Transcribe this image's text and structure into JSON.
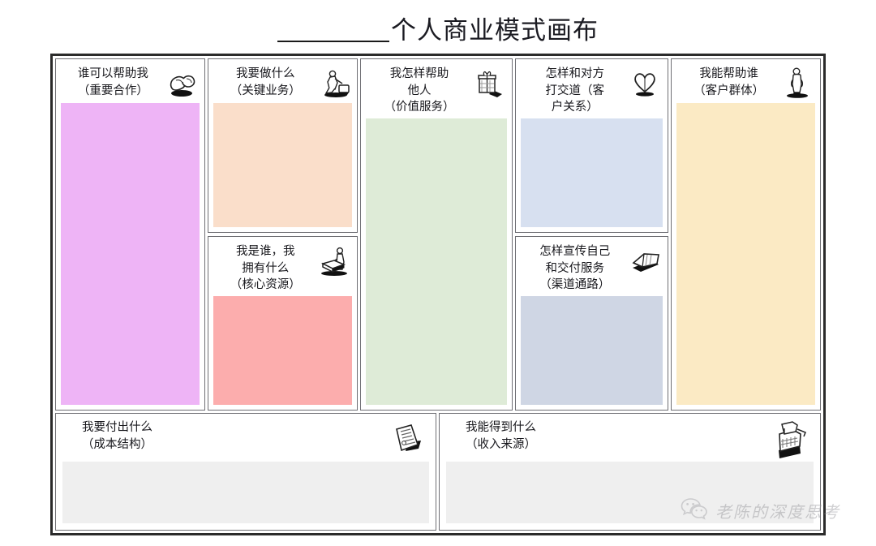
{
  "page": {
    "title_blank": "",
    "title": "个人商业模式画布"
  },
  "canvas": {
    "columns": [
      {
        "name": "key-partners",
        "cells": [
          {
            "id": "key-partners",
            "title": "谁可以帮助我\n（重要合作）",
            "icon": "handshake-icon",
            "fill_color": "#EEB4F6"
          }
        ]
      },
      {
        "name": "key-activities-resources",
        "cells": [
          {
            "id": "key-activities",
            "title": "我要做什么\n（关键业务）",
            "icon": "worker-icon",
            "fill_color": "#FADECA"
          },
          {
            "id": "key-resources",
            "title": "我是谁，我\n拥有什么\n（核心资源）",
            "icon": "person-resources-icon",
            "fill_color": "#FCADAD"
          }
        ]
      },
      {
        "name": "value-proposition",
        "cells": [
          {
            "id": "value-proposition",
            "title": "我怎样帮助\n他人\n（价值服务）",
            "icon": "gift-icon",
            "fill_color": "#DEEBD7"
          }
        ]
      },
      {
        "name": "customer-relations-channels",
        "cells": [
          {
            "id": "customer-relations",
            "title": "怎样和对方\n打交道（客\n户关系）",
            "icon": "heart-icon",
            "fill_color": "#D7E0F0"
          },
          {
            "id": "channels",
            "title": "怎样宣传自己\n和交付服务\n（渠道通路）",
            "icon": "megaphone-icon",
            "fill_color": "#CFD6E4"
          }
        ]
      },
      {
        "name": "customer-segments",
        "cells": [
          {
            "id": "customer-segments",
            "title": "我能帮助谁\n（客户群体）",
            "icon": "person-standing-icon",
            "fill_color": "#FBEAC4"
          }
        ]
      }
    ],
    "bottom": [
      {
        "id": "cost-structure",
        "title": "我要付出什么\n（成本结构）",
        "icon": "invoice-icon",
        "fill_color": "#EFEFEF"
      },
      {
        "id": "revenue-streams",
        "title": "我能得到什么\n（收入来源）",
        "icon": "cash-register-icon",
        "fill_color": "#EFEFEF"
      }
    ]
  },
  "watermark": {
    "icon": "wechat-icon",
    "text": "老陈的深度思考"
  }
}
